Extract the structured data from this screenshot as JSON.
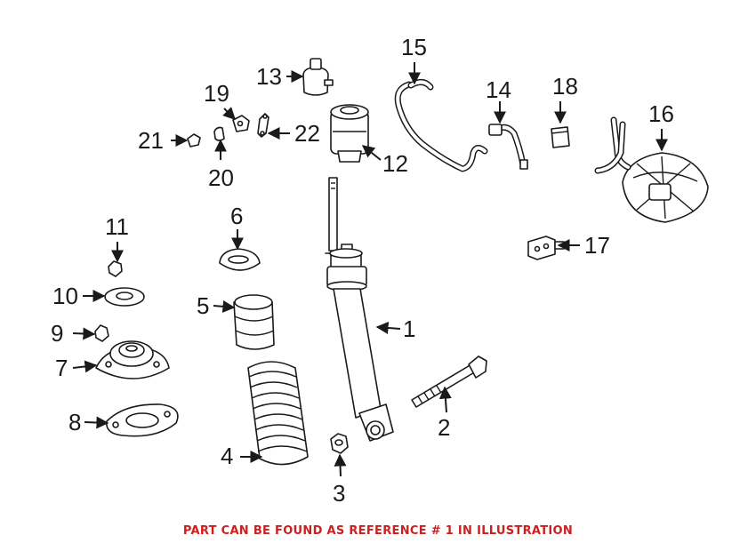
{
  "callouts": {
    "n1": "1",
    "n2": "2",
    "n3": "3",
    "n4": "4",
    "n5": "5",
    "n6": "6",
    "n7": "7",
    "n8": "8",
    "n9": "9",
    "n10": "10",
    "n11": "11",
    "n12": "12",
    "n13": "13",
    "n14": "14",
    "n15": "15",
    "n16": "16",
    "n17": "17",
    "n18": "18",
    "n19": "19",
    "n20": "20",
    "n21": "21",
    "n22": "22"
  },
  "footer": {
    "text": "PART CAN BE FOUND AS REFERENCE # 1 IN ILLUSTRATION",
    "color": "#cc1f1f"
  }
}
